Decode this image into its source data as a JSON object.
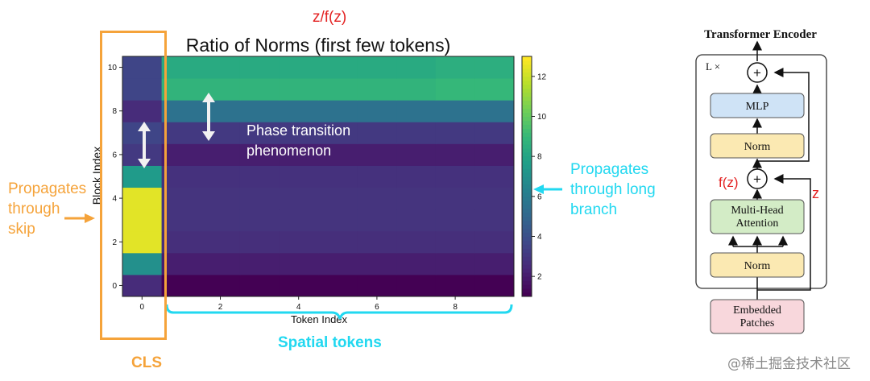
{
  "chart_data": {
    "type": "heatmap",
    "title": "Ratio of Norms (first few tokens)",
    "xlabel": "Token Index",
    "ylabel": "Block Index",
    "x_ticks": [
      0,
      2,
      4,
      6,
      8
    ],
    "y_ticks": [
      0,
      2,
      4,
      6,
      8,
      10
    ],
    "colorbar_ticks": [
      2,
      4,
      6,
      8,
      10,
      12
    ],
    "colorbar_range": [
      1,
      13
    ],
    "colormap": "viridis",
    "x": [
      0,
      1,
      2,
      3,
      4,
      5,
      6,
      7,
      8,
      9
    ],
    "y": [
      0,
      1,
      2,
      3,
      4,
      5,
      6,
      7,
      8,
      9,
      10
    ],
    "values": [
      [
        2.5,
        1.0,
        1.0,
        1.0,
        1.0,
        1.0,
        1.0,
        1.0,
        1.0,
        1.0
      ],
      [
        7.0,
        2.0,
        2.0,
        2.0,
        2.0,
        2.0,
        2.0,
        2.0,
        2.0,
        2.0
      ],
      [
        12.5,
        2.6,
        2.6,
        2.6,
        2.6,
        2.6,
        2.6,
        2.6,
        2.6,
        2.6
      ],
      [
        12.5,
        2.8,
        2.8,
        2.8,
        2.8,
        2.8,
        2.8,
        2.8,
        2.8,
        2.8
      ],
      [
        12.5,
        2.8,
        2.8,
        2.8,
        2.8,
        2.8,
        2.8,
        2.8,
        2.8,
        2.8
      ],
      [
        7.5,
        2.7,
        2.7,
        2.7,
        2.7,
        2.7,
        2.7,
        2.7,
        2.7,
        2.7
      ],
      [
        3.0,
        2.0,
        2.0,
        2.0,
        2.0,
        2.0,
        2.0,
        2.0,
        2.0,
        2.0
      ],
      [
        3.5,
        3.0,
        3.0,
        3.0,
        3.0,
        3.0,
        3.0,
        3.0,
        3.0,
        3.0
      ],
      [
        2.5,
        5.5,
        5.5,
        5.5,
        5.5,
        5.5,
        5.5,
        5.5,
        5.5,
        5.5
      ],
      [
        3.5,
        8.8,
        8.8,
        8.8,
        8.8,
        8.8,
        8.8,
        8.8,
        9.0,
        9.0
      ],
      [
        3.5,
        8.3,
        8.3,
        8.3,
        8.3,
        8.3,
        8.3,
        8.3,
        8.5,
        8.5
      ]
    ]
  },
  "annotations": {
    "zfz": "z/f(z)",
    "phase_line1": "Phase transition",
    "phase_line2": "phenomenon",
    "skip_line1": "Propagates",
    "skip_line2": "through",
    "skip_line3": "skip",
    "long_line1": "Propagates",
    "long_line2": "through long",
    "long_line3": "branch",
    "spatial": "Spatial tokens",
    "cls": "CLS"
  },
  "encoder": {
    "title": "Transformer Encoder",
    "lx": "L ×",
    "mlp": "MLP",
    "norm_top": "Norm",
    "mha_line1": "Multi-Head",
    "mha_line2": "Attention",
    "norm_bottom": "Norm",
    "embedded_line1": "Embedded",
    "embedded_line2": "Patches",
    "plus": "+",
    "fz": "f(z)",
    "z": "z"
  },
  "watermark": "@稀土掘金技术社区",
  "colors": {
    "orange": "#f5a33a",
    "cyan": "#22d8f0",
    "red": "#e32222",
    "mlp_fill": "#cfe3f6",
    "norm_fill": "#fbe9b2",
    "mha_fill": "#d3ecc6",
    "embed_fill": "#f8d7dc"
  }
}
